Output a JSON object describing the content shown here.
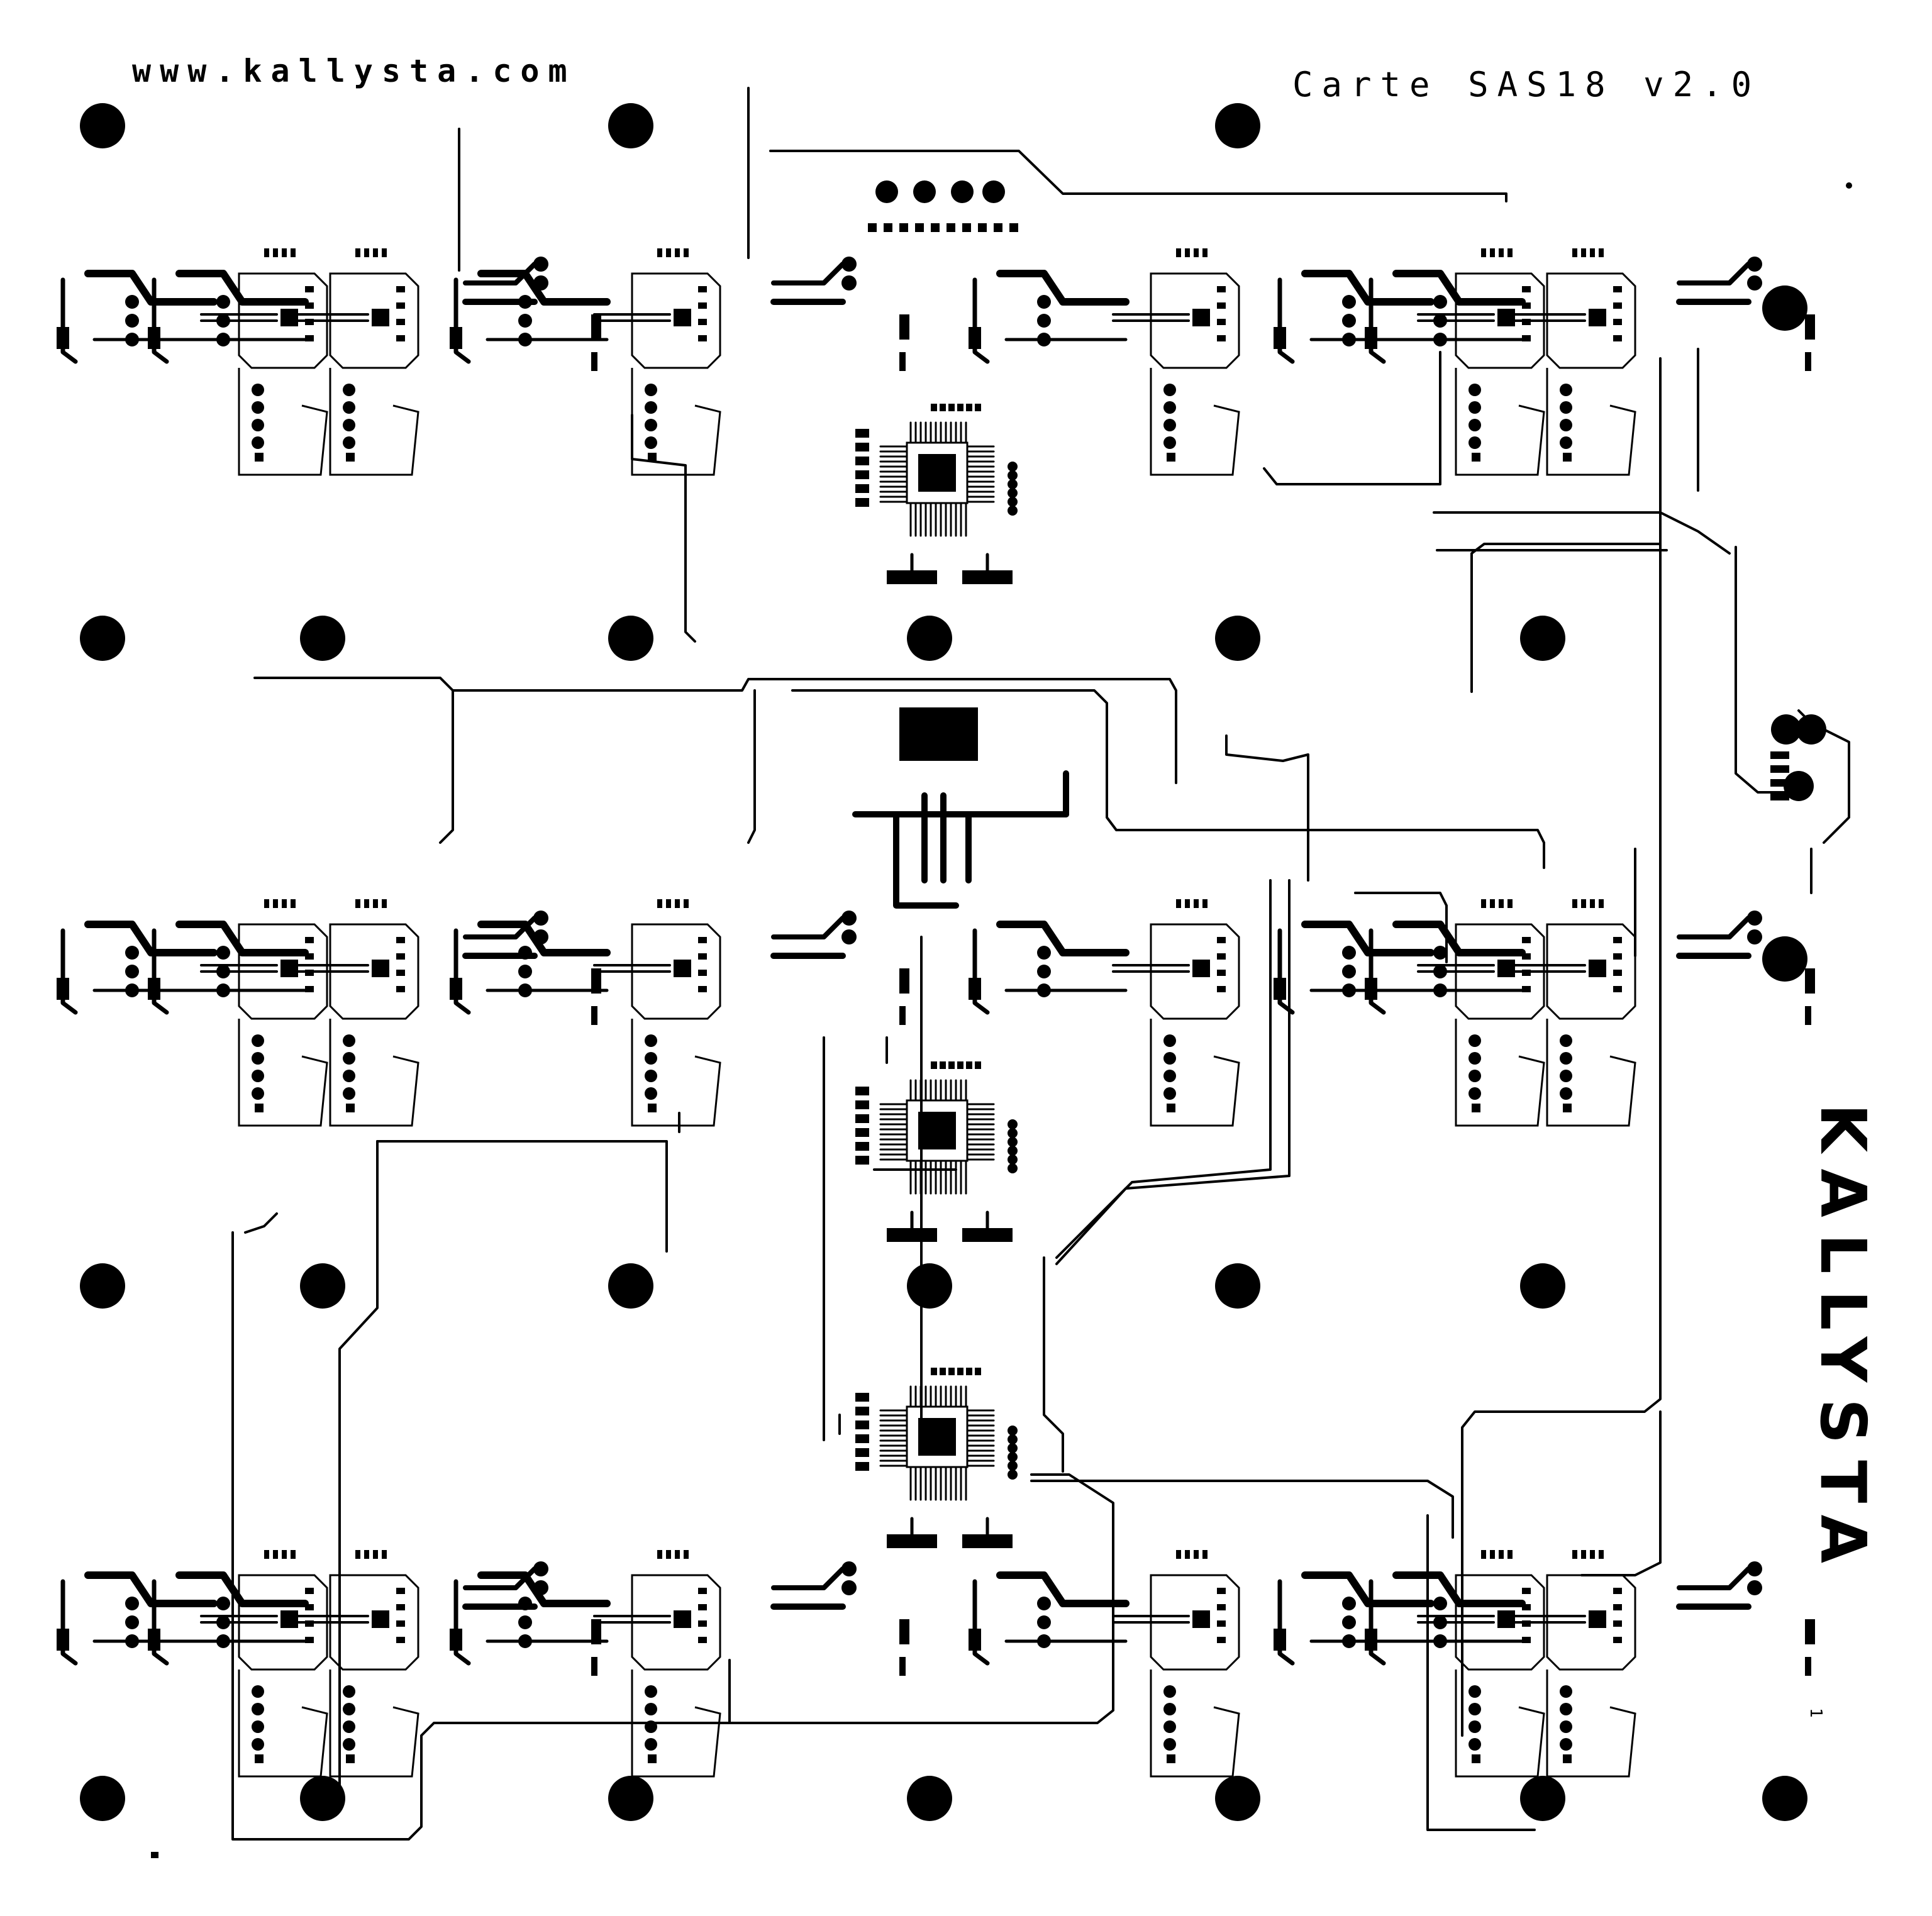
{
  "board": {
    "url": "www.kallysta.com",
    "title": "Carte SAS18 v2.0",
    "brand": "KALLYSTA",
    "pin_marker": "1"
  },
  "colors": {
    "copper": "#000000",
    "substrate": "#ffffff"
  }
}
